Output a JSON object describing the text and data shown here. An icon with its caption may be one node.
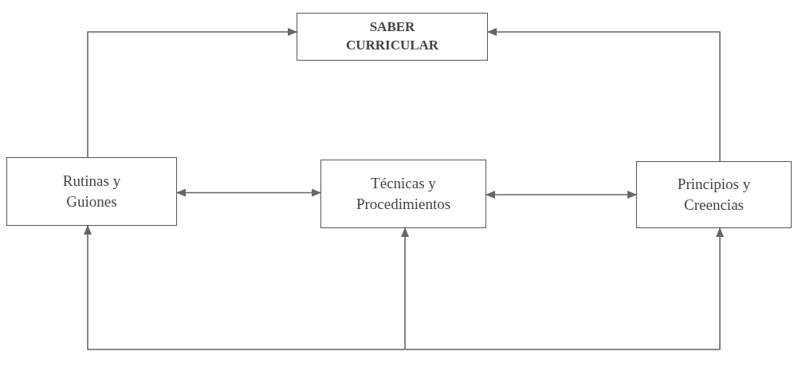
{
  "diagram": {
    "nodes": [
      {
        "text": [
          "SABER CURRICULAR"
        ]
      },
      {
        "text": [
          "Rutinas y Guiones"
        ]
      },
      {
        "text": [
          "Técnicas y Procedimientos"
        ]
      },
      {
        "text": [
          "Principios y Creencias"
        ]
      }
    ],
    "edges": [
      {
        "from": 1,
        "to": 0,
        "arrow": "to"
      },
      {
        "from": 3,
        "to": 0,
        "arrow": "to"
      },
      {
        "from": 1,
        "to": 2,
        "arrow": "both"
      },
      {
        "from": 2,
        "to": 3,
        "arrow": "both"
      },
      {
        "from": null,
        "to": 1,
        "arrow": "to"
      },
      {
        "from": null,
        "to": 2,
        "arrow": "to"
      },
      {
        "from": null,
        "to": 3,
        "arrow": "to"
      }
    ]
  }
}
